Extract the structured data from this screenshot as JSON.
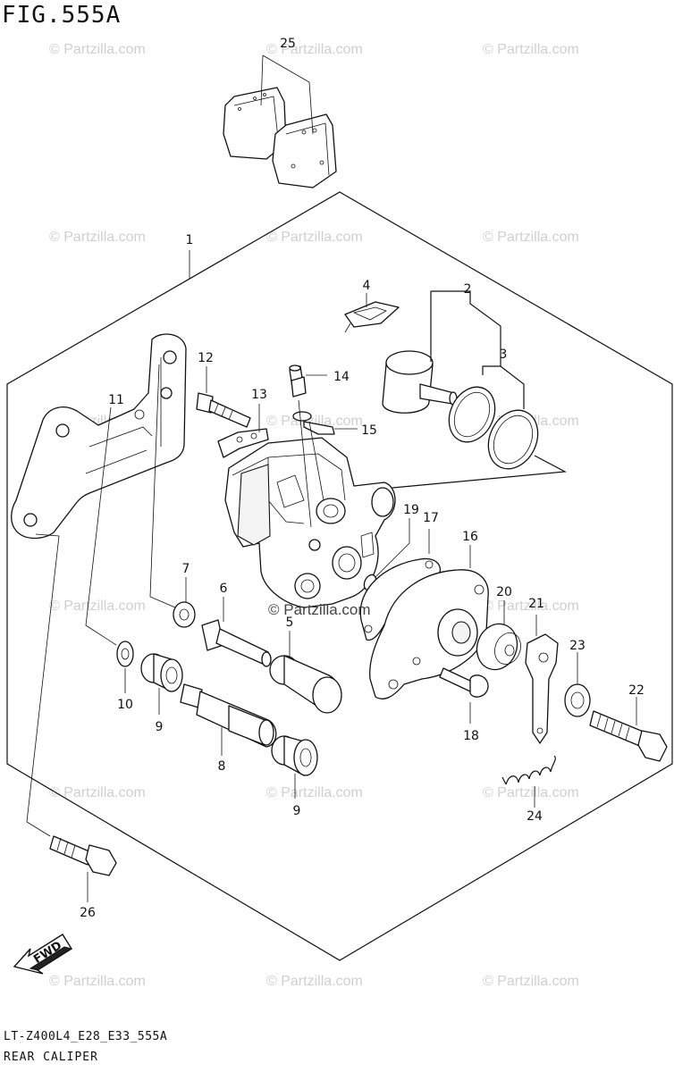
{
  "title": "FIG.555A",
  "footer": {
    "code": "LT-Z400L4_E28_E33_555A",
    "name": "REAR CALIPER"
  },
  "watermark": "© Partzilla.com",
  "center_watermark": "© Partzilla.com",
  "fwd_label": "FWD",
  "callouts": {
    "c1": "1",
    "c2": "2",
    "c3": "3",
    "c4": "4",
    "c5": "5",
    "c6": "6",
    "c7": "7",
    "c8": "8",
    "c9a": "9",
    "c9b": "9",
    "c10": "10",
    "c11": "11",
    "c12": "12",
    "c13": "13",
    "c14": "14",
    "c15": "15",
    "c16": "16",
    "c17": "17",
    "c18": "18",
    "c19": "19",
    "c20": "20",
    "c21": "21",
    "c22": "22",
    "c23": "23",
    "c24": "24",
    "c25": "25",
    "c26": "26"
  }
}
